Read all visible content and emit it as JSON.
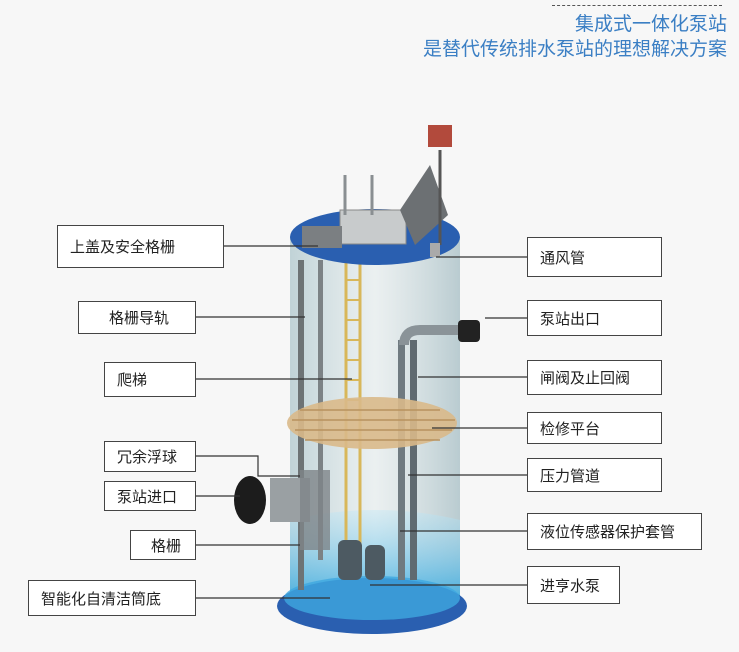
{
  "header": {
    "title": "集成式一体化泵站",
    "subtitle": "是替代传统排水泵站的理想解决方案"
  },
  "labels_left": [
    "上盖及安全格栅",
    "格栅导轨",
    "爬梯",
    "冗余浮球",
    "泵站进口",
    "格栅",
    "智能化自清洁筒底"
  ],
  "labels_right": [
    "通风管",
    "泵站出口",
    "闸阀及止回阀",
    "检修平台",
    "压力管道",
    "液位传感器保护套管",
    "进亨水泵"
  ],
  "colors": {
    "title": "#3b7fc4",
    "tank_blue": "#2a5fb0",
    "platform": "#d9b98a"
  }
}
